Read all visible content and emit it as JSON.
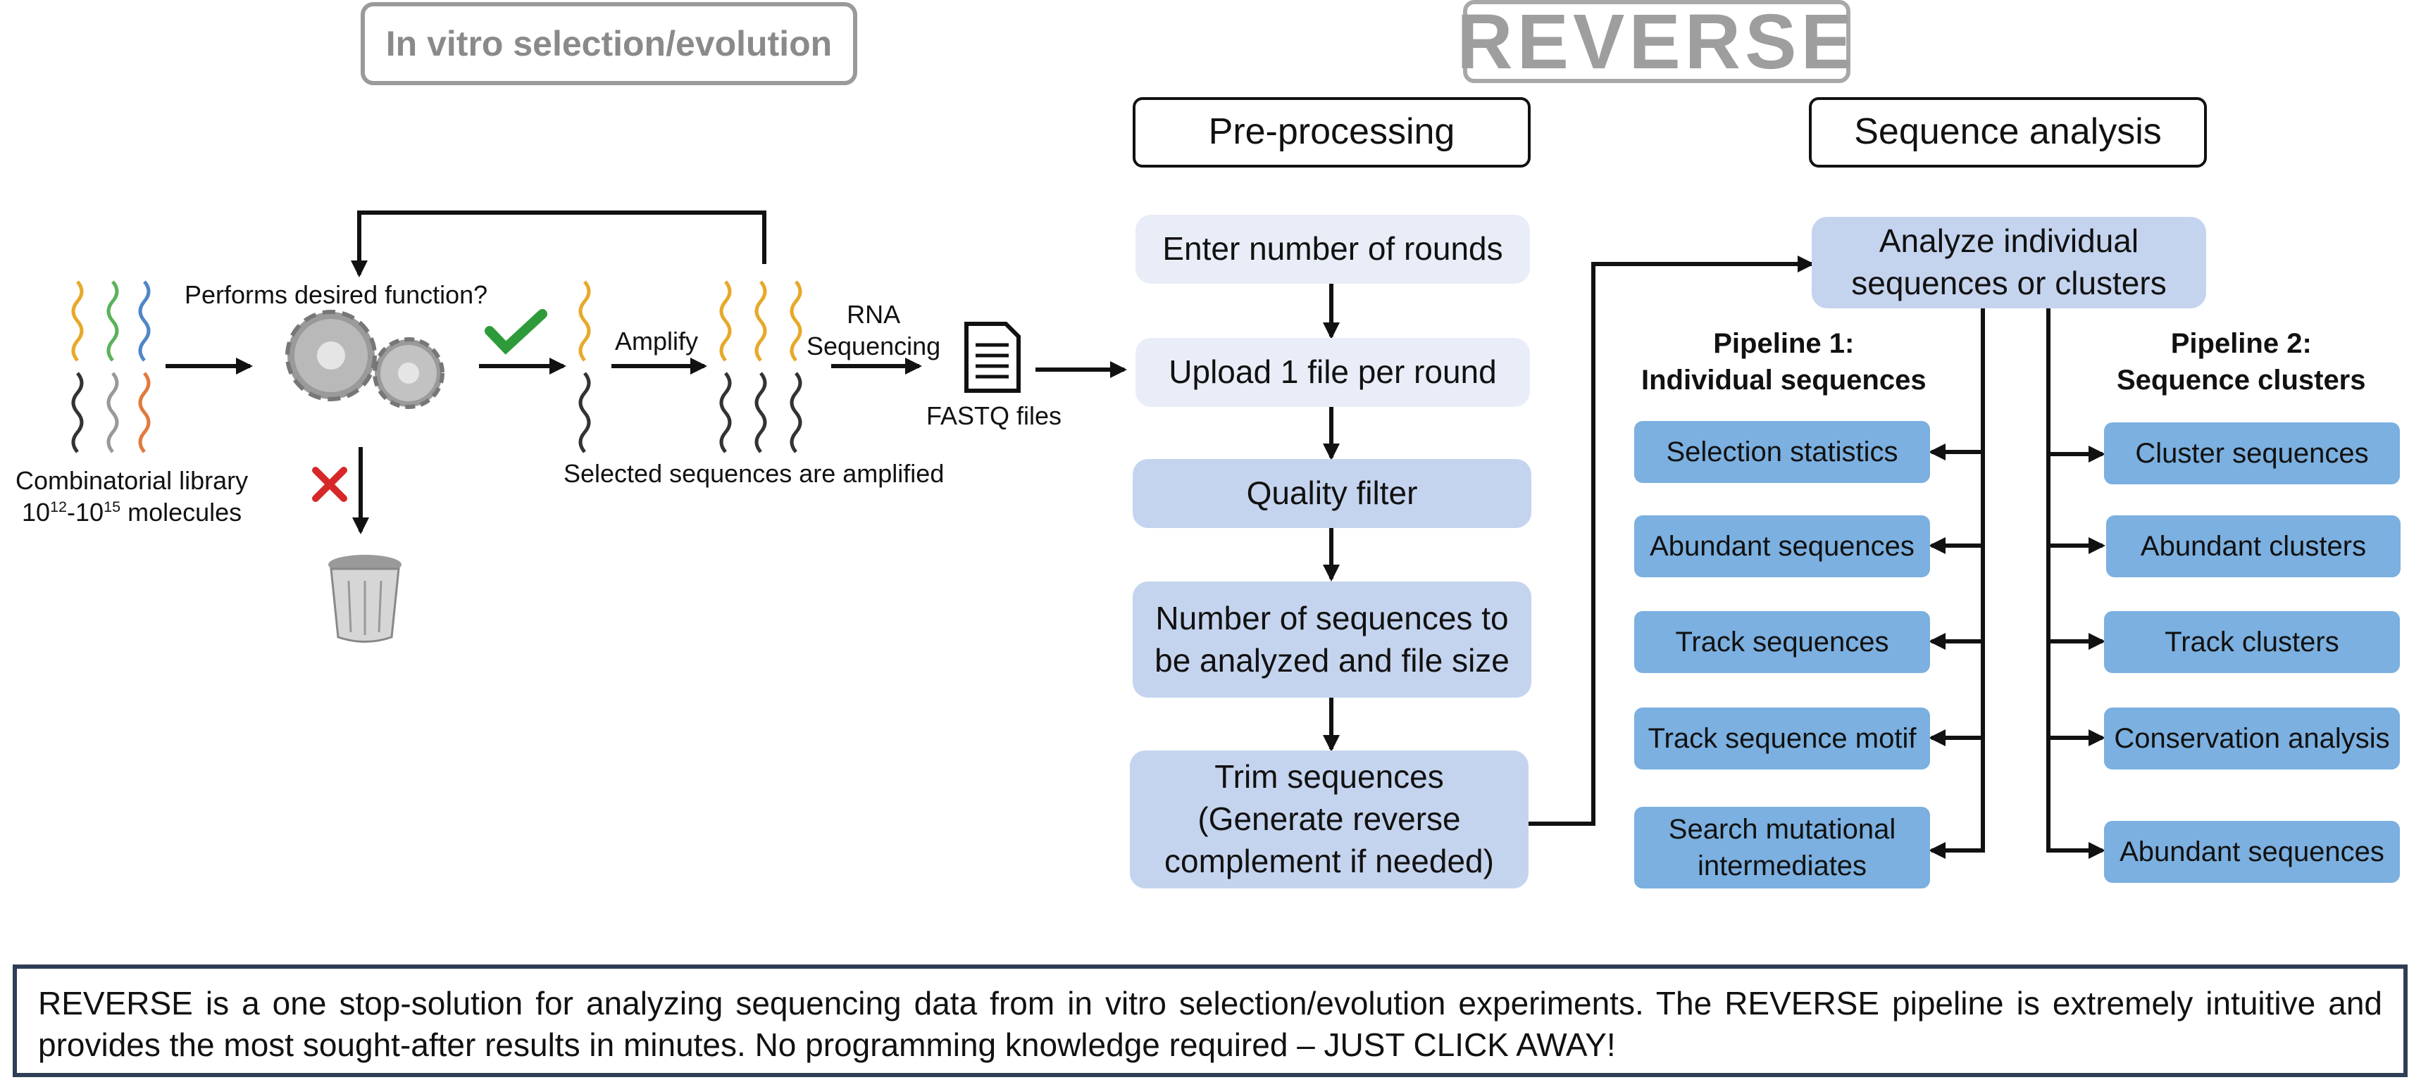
{
  "left_panel": {
    "title": "In vitro selection/evolution",
    "library_label_line1": "Combinatorial library",
    "library_label_base": "10",
    "library_label_exp1": "12",
    "library_label_dash": "-10",
    "library_label_exp2": "15",
    "library_label_rest": " molecules",
    "function_question": "Performs desired function?",
    "amplify_label": "Amplify",
    "selected_label": "Selected sequences are amplified",
    "rna_seq_label_line1": "RNA",
    "rna_seq_label_line2": "Sequencing",
    "fastq_label": "FASTQ files"
  },
  "logo": {
    "text": "REVERSE"
  },
  "preprocessing": {
    "header": "Pre-processing",
    "steps": [
      "Enter number of rounds",
      "Upload 1 file per round",
      "Quality filter",
      "Number of sequences to be analyzed and file size",
      "Trim sequences (Generate reverse complement if needed)"
    ]
  },
  "analysis": {
    "header": "Sequence analysis",
    "analyze_box": "Analyze individual sequences or clusters",
    "pipeline1": {
      "title_line1": "Pipeline 1:",
      "title_line2": "Individual sequences",
      "items": [
        "Selection statistics",
        "Abundant sequences",
        "Track sequences",
        "Track sequence motif",
        "Search mutational intermediates"
      ]
    },
    "pipeline2": {
      "title_line1": "Pipeline 2:",
      "title_line2": "Sequence clusters",
      "items": [
        "Cluster sequences",
        "Abundant clusters",
        "Track clusters",
        "Conservation analysis",
        "Abundant sequences"
      ]
    }
  },
  "summary": "REVERSE is a one stop-solution for analyzing sequencing data from in vitro selection/evolution experiments. The REVERSE pipeline is extremely intuitive and provides the most sought-after results in minutes. No programming knowledge required – JUST CLICK AWAY!",
  "colors": {
    "light_step": "#e8edf7",
    "mid_step": "#c5d4ee",
    "pipeline_box": "#7bb0e0",
    "logo_accent": "#1f77c9",
    "check": "#2e9b3a",
    "cross": "#d62828"
  }
}
